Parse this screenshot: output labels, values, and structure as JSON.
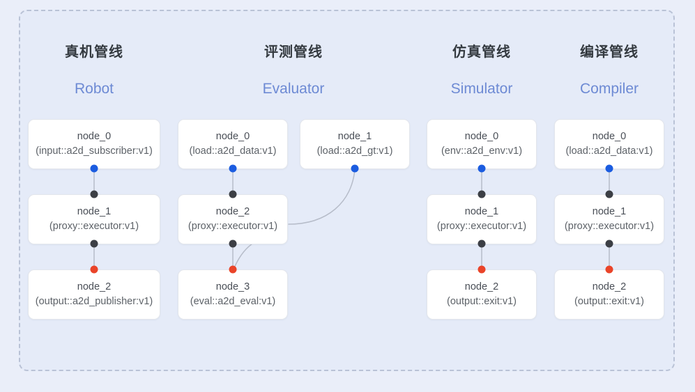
{
  "frame": {
    "accent_blue": "#6d8ad4",
    "port_out_color": "#1b5ce0",
    "port_in_color": "#3c3f45",
    "port_final_color": "#ea4429",
    "background": "#e5ebf8",
    "outer_background": "#eaeef9",
    "border_color": "#b9c2d6"
  },
  "columns": [
    {
      "title_cn": "真机管线",
      "title_en": "Robot",
      "nodes": [
        {
          "name": "node_0",
          "type": "(input::a2d_subscriber:v1)"
        },
        {
          "name": "node_1",
          "type": "(proxy::executor:v1)"
        },
        {
          "name": "node_2",
          "type": "(output::a2d_publisher:v1)"
        }
      ]
    },
    {
      "title_cn": "评测管线",
      "title_en": "Evaluator",
      "nodes": [
        {
          "name": "node_0",
          "type": "(load::a2d_data:v1)"
        },
        {
          "name": "node_1",
          "type": "(load::a2d_gt:v1)"
        },
        {
          "name": "node_2",
          "type": "(proxy::executor:v1)"
        },
        {
          "name": "node_3",
          "type": "(eval::a2d_eval:v1)"
        }
      ]
    },
    {
      "title_cn": "仿真管线",
      "title_en": "Simulator",
      "nodes": [
        {
          "name": "node_0",
          "type": "(env::a2d_env:v1)"
        },
        {
          "name": "node_1",
          "type": "(proxy::executor:v1)"
        },
        {
          "name": "node_2",
          "type": "(output::exit:v1)"
        }
      ]
    },
    {
      "title_cn": "编译管线",
      "title_en": "Compiler",
      "nodes": [
        {
          "name": "node_0",
          "type": "(load::a2d_data:v1)"
        },
        {
          "name": "node_1",
          "type": "(proxy::executor:v1)"
        },
        {
          "name": "node_2",
          "type": "(output::exit:v1)"
        }
      ]
    }
  ]
}
